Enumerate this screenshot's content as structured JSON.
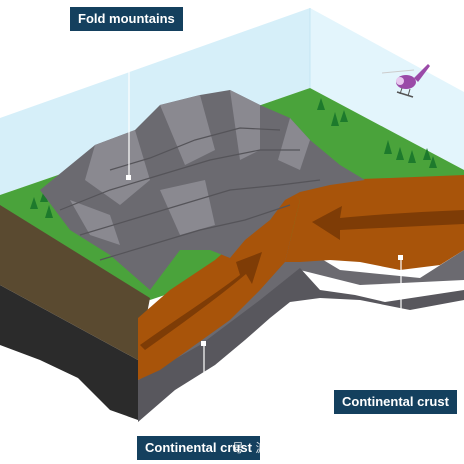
{
  "labels": {
    "fold_mountains": "Fold mountains",
    "continental_crust_right": "Continental crust",
    "continental_crust_left": "Continental crust"
  },
  "watermark": "号 · 渡鸦书店RavenBookshop",
  "colors": {
    "sky": "#d9f1fb",
    "grass": "#4aa33b",
    "mountain": "#6b6a70",
    "mountain_light": "#8a8990",
    "crust_orange": "#a8540a",
    "crust_arrow": "#8a4208",
    "soil": "#5a4a30",
    "rock_dark": "#2a2a2a",
    "label_bg": "#14405e"
  },
  "icons": [
    "helicopter-icon",
    "tree-icon"
  ]
}
